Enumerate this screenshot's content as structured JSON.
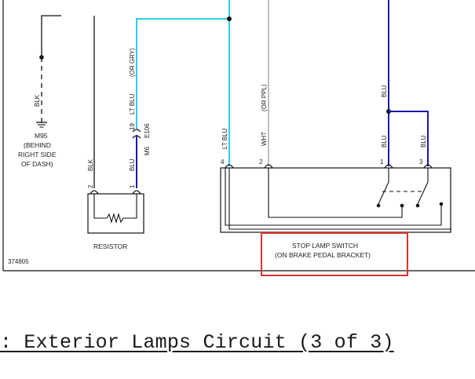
{
  "diagram": {
    "wire_labels": {
      "blk_ground": "BLK",
      "ltblu_or_gry": "LT BLU",
      "or_gry": "(OR GRY)",
      "blu_resistor_in": "BLU",
      "blk_resistor": "BLK",
      "ltblu_switch": "LT BLU",
      "wht": "WHT",
      "or_ppl": "(OR PPL)",
      "blu_top": "BLU",
      "blu_left": "BLU",
      "blu_right": "BLU"
    },
    "ground": {
      "id": "M95",
      "note_line1": "(BEHIND",
      "note_line2": "RIGHT SIDE",
      "note_line3": "OF DASH)"
    },
    "connector": {
      "pin": "19",
      "id1": "E106",
      "id2": "M6"
    },
    "resistor": {
      "label": "RESISTOR",
      "pin_left": "2",
      "pin_right": "1"
    },
    "switch": {
      "label_line1": "STOP LAMP SWITCH",
      "label_line2": "(ON BRAKE PEDAL BRACKET)",
      "pins": [
        "4",
        "2",
        "1",
        "3"
      ]
    },
    "figure_id": "374805",
    "colors": {
      "light_blue": "#33ccee",
      "blue": "#1a1aaa",
      "gray_wire": "#b0b0b0",
      "black": "#111111",
      "highlight": "#d9342b"
    }
  },
  "caption": ": Exterior Lamps Circuit (3 of 3)"
}
